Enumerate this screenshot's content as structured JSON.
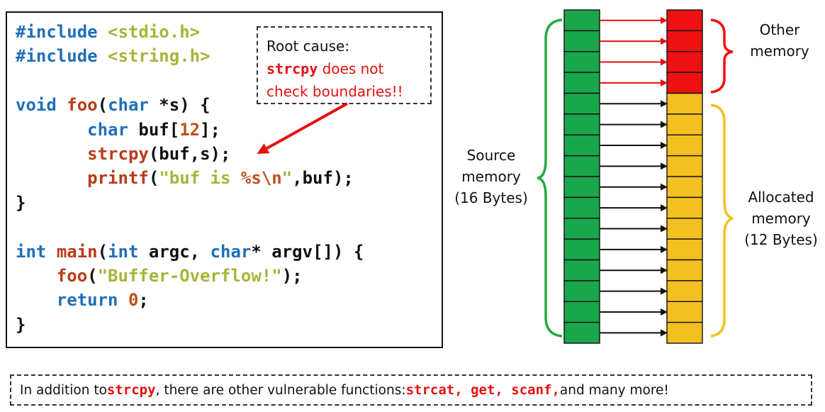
{
  "code": {
    "lines": [
      [
        {
          "t": "#include ",
          "c": "pp"
        },
        {
          "t": "<stdio.h>",
          "c": "str"
        }
      ],
      [
        {
          "t": "#include ",
          "c": "pp"
        },
        {
          "t": "<string.h>",
          "c": "str"
        }
      ],
      [],
      [
        {
          "t": "void",
          "c": "kw"
        },
        {
          "t": " "
        },
        {
          "t": "foo",
          "c": "fn"
        },
        {
          "t": "("
        },
        {
          "t": "char",
          "c": "kw"
        },
        {
          "t": " *s) {"
        }
      ],
      [
        {
          "t": "       "
        },
        {
          "t": "char",
          "c": "kw"
        },
        {
          "t": " buf["
        },
        {
          "t": "12",
          "c": "num"
        },
        {
          "t": "];"
        }
      ],
      [
        {
          "t": "       "
        },
        {
          "t": "strcpy",
          "c": "fn"
        },
        {
          "t": "(buf,s);"
        }
      ],
      [
        {
          "t": "       "
        },
        {
          "t": "printf",
          "c": "fn"
        },
        {
          "t": "("
        },
        {
          "t": "\"buf is ",
          "c": "str"
        },
        {
          "t": "%s\\n",
          "c": "esc"
        },
        {
          "t": "\"",
          "c": "str"
        },
        {
          "t": ",buf);"
        }
      ],
      [
        {
          "t": "}"
        }
      ],
      [],
      [
        {
          "t": "int",
          "c": "kw"
        },
        {
          "t": " "
        },
        {
          "t": "main",
          "c": "fn"
        },
        {
          "t": "("
        },
        {
          "t": "int",
          "c": "kw"
        },
        {
          "t": " argc, "
        },
        {
          "t": "char",
          "c": "kw"
        },
        {
          "t": "* argv[]) {"
        }
      ],
      [
        {
          "t": "    "
        },
        {
          "t": "foo",
          "c": "fn"
        },
        {
          "t": "("
        },
        {
          "t": "\"Buffer-Overflow!\"",
          "c": "str"
        },
        {
          "t": ");"
        }
      ],
      [
        {
          "t": "    "
        },
        {
          "t": "return",
          "c": "kw"
        },
        {
          "t": " "
        },
        {
          "t": "0",
          "c": "num"
        },
        {
          "t": ";"
        }
      ],
      [
        {
          "t": "}"
        }
      ]
    ]
  },
  "callout": {
    "title": "Root cause:",
    "fn": "strcpy",
    "text_after_fn": " does not",
    "text_line3": "check boundaries!!"
  },
  "memory": {
    "source_label": [
      "Source",
      "memory",
      "(16 Bytes)"
    ],
    "other_label": [
      "Other",
      "memory"
    ],
    "allocated_label": [
      "Allocated",
      "memory",
      "(12 Bytes)"
    ],
    "source_cells": 16,
    "other_cells": 4,
    "allocated_cells": 12
  },
  "footer": {
    "prefix": "In addition to ",
    "fn1": "strcpy",
    "middle": ", there are other vulnerable functions: ",
    "fn2": "strcat, get, scanf,",
    "suffix": " and many more!"
  },
  "colors": {
    "source": "#1aa64a",
    "other": "#ee1111",
    "allocated": "#f4c020",
    "red_arrow": "#e3110f",
    "black_arrow": "#111111",
    "green_brace": "#22aa44",
    "red_brace": "#ee1111",
    "yellow_brace": "#f4c020"
  }
}
